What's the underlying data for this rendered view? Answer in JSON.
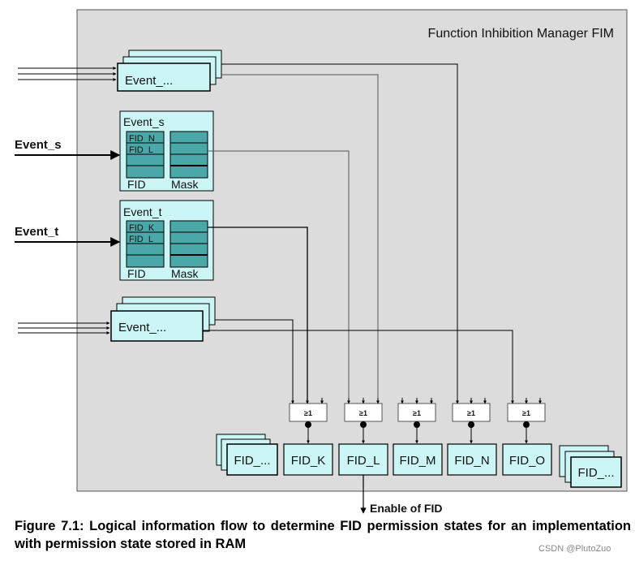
{
  "diagram": {
    "title": "Function Inhibition Manager FIM",
    "inputs": {
      "event_s": "Event_s",
      "event_t": "Event_t"
    },
    "event_stack_top": "Event_...",
    "event_stack_bottom": "Event_...",
    "event_s_table": {
      "title": "Event_s",
      "fids": [
        "FID_N",
        "FID_L"
      ],
      "col_fid": "FID",
      "col_mask": "Mask"
    },
    "event_t_table": {
      "title": "Event_t",
      "fids": [
        "FID_K",
        "FID_L"
      ],
      "col_fid": "FID",
      "col_mask": "Mask"
    },
    "gate_symbol": "≥1",
    "fid_boxes": [
      "FID_...",
      "FID_K",
      "FID_L",
      "FID_M",
      "FID_N",
      "FID_O",
      "FID_..."
    ],
    "output_label": "Enable of FID"
  },
  "caption": "Figure 7.1: Logical information flow to determine FID permission states for an implementation with permission state stored in RAM",
  "watermark": "CSDN @PlutoZuo",
  "colors": {
    "fim_bg": "#dcdcdc",
    "box_fill": "#ccf5f5",
    "table_cell": "#4aa8a8",
    "line": "#000000"
  }
}
